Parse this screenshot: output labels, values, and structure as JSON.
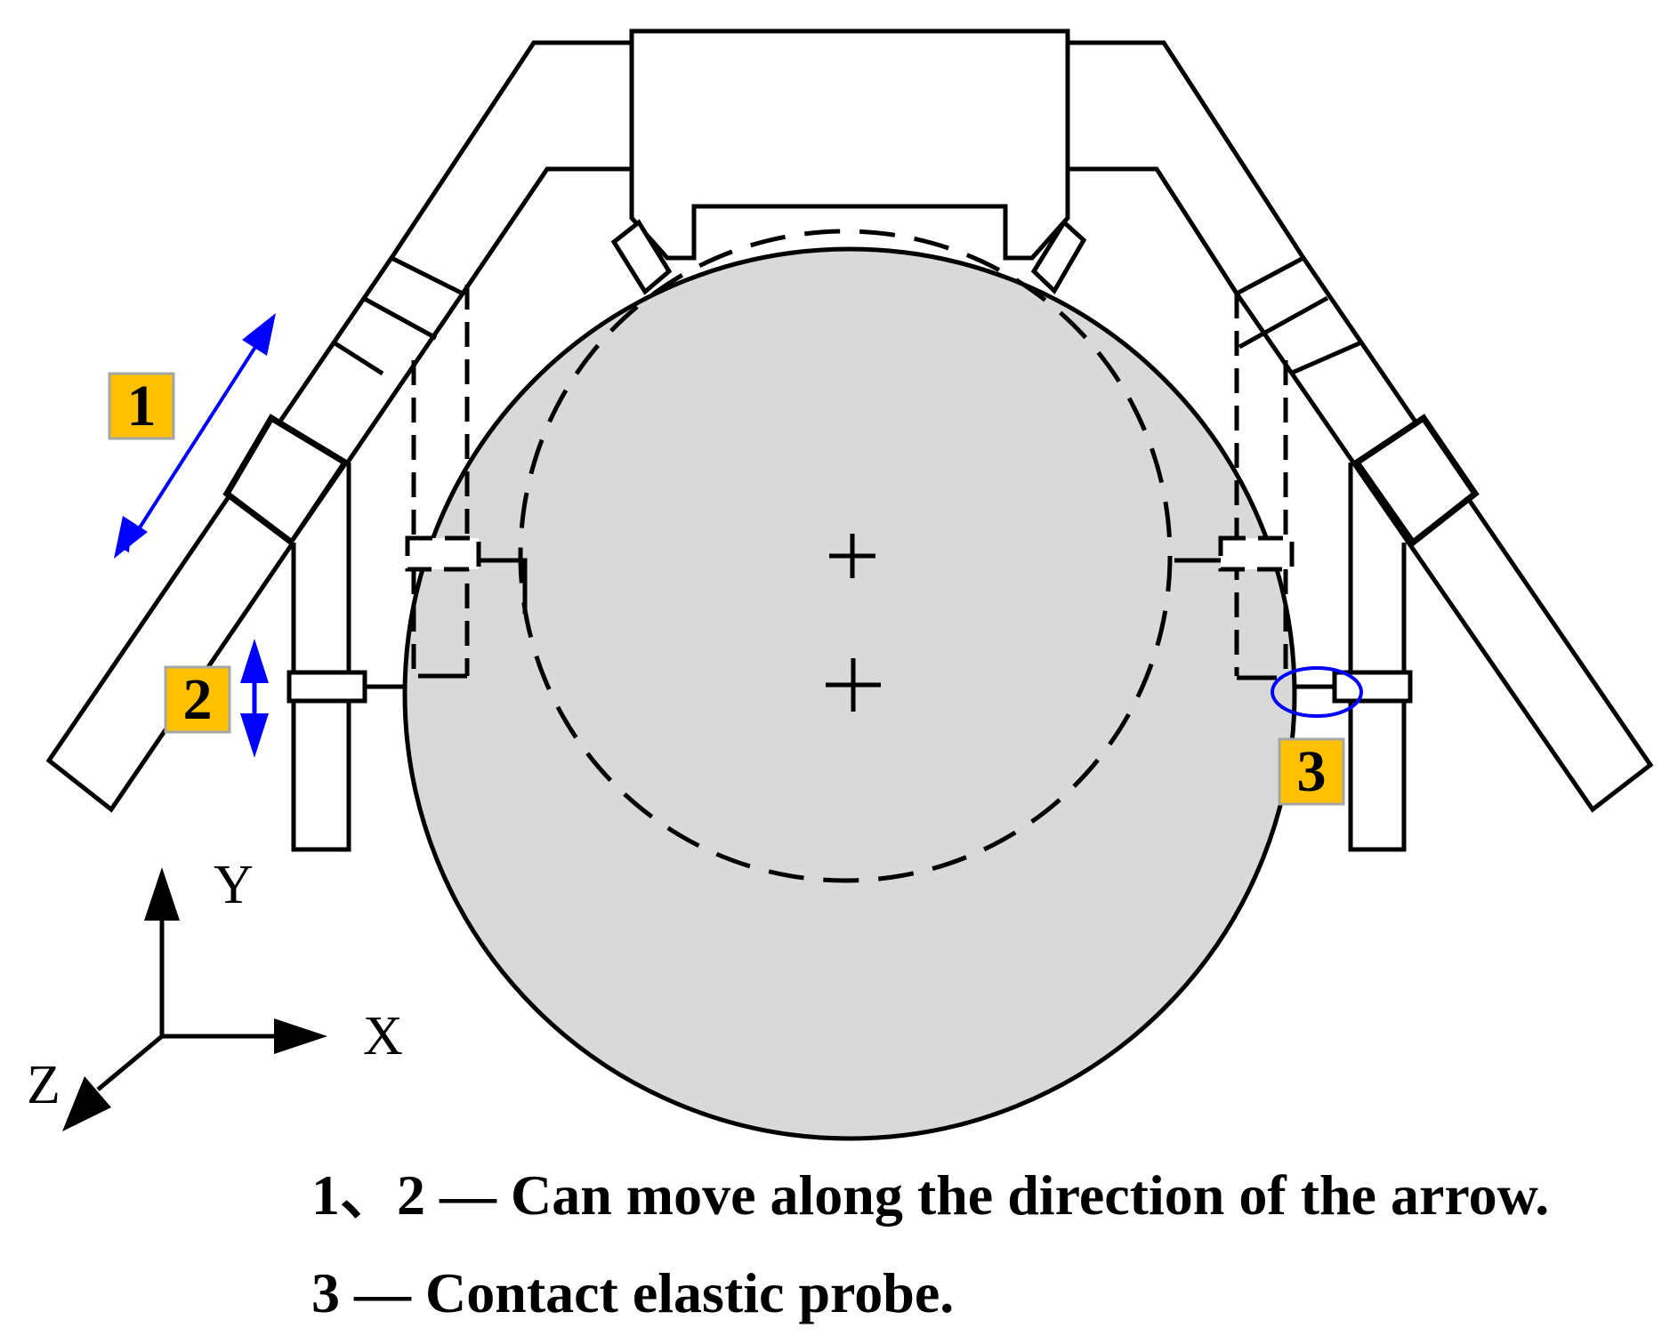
{
  "colors": {
    "workpiece_fill": "#d9d9d9",
    "label_box_fill": "#ffc000",
    "label_box_border": "#a6a6a6",
    "arrow_color": "#0000ff",
    "line_color": "#000000"
  },
  "labels": {
    "label1": "1",
    "label2": "2",
    "label3": "3"
  },
  "axes": {
    "x": "X",
    "y": "Y",
    "z": "Z"
  },
  "caption": {
    "line1": "1、2 — Can move along the direction of the arrow.",
    "line2": "3 — Contact elastic probe."
  }
}
